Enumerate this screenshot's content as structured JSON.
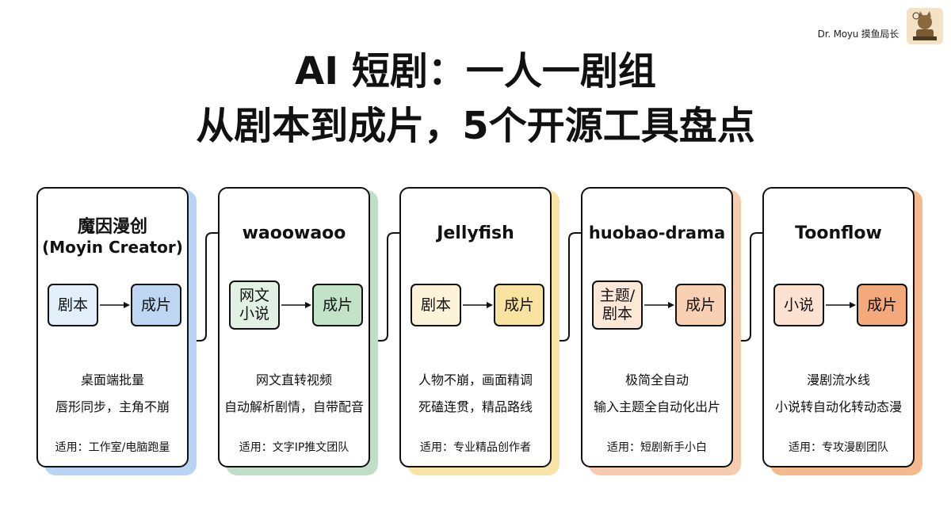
{
  "brand": {
    "name": "Dr. Moyu 摸鱼局长",
    "avatar_icon": "cartoon-cat-avatar"
  },
  "title": {
    "line1": "AI 短剧：一人一剧组",
    "line2": "从剧本到成片，5个开源工具盘点"
  },
  "flow_arrow_icon": "right-arrow",
  "tools": [
    {
      "name": "魔因漫创",
      "subtitle": "(Moyin Creator)",
      "accent": "#b9d3f3",
      "input": {
        "label": "剧本",
        "fill": "#e3eefb"
      },
      "output": {
        "label": "成片",
        "fill": "#bfd6f3"
      },
      "desc1": "桌面端批量",
      "desc2": "唇形同步，主角不崩",
      "usage": "适用：工作室/电脑跑量"
    },
    {
      "name": "waoowaoo",
      "subtitle": "",
      "accent": "#bfe0c6",
      "input": {
        "label": "网文\n小说",
        "fill": "#e1f1e4"
      },
      "output": {
        "label": "成片",
        "fill": "#c3e3c9"
      },
      "desc1": "网文直转视频",
      "desc2": "自动解析剧情，自带配音",
      "usage": "适用：文字IP推文团队"
    },
    {
      "name": "Jellyfish",
      "subtitle": "",
      "accent": "#f7e4a6",
      "input": {
        "label": "剧本",
        "fill": "#fdf3d8"
      },
      "output": {
        "label": "成片",
        "fill": "#f9e3a1"
      },
      "desc1": "人物不崩，画面精调",
      "desc2": "死磕连贯，精品路线",
      "usage": "适用：专业精品创作者"
    },
    {
      "name": "huobao-drama",
      "subtitle": "",
      "accent": "#f7ccae",
      "input": {
        "label": "主题/\n剧本",
        "fill": "#fde7d7"
      },
      "output": {
        "label": "成片",
        "fill": "#f8d0b4"
      },
      "desc1": "极简全自动",
      "desc2": "输入主题全自动化出片",
      "usage": "适用：短剧新手小白"
    },
    {
      "name": "Toonflow",
      "subtitle": "",
      "accent": "#f4b98f",
      "input": {
        "label": "小说",
        "fill": "#fde2d1"
      },
      "output": {
        "label": "成片",
        "fill": "#f3a97c"
      },
      "desc1": "漫剧流水线",
      "desc2": "小说转自动化转动态漫",
      "usage": "适用：专攻漫剧团队"
    }
  ]
}
